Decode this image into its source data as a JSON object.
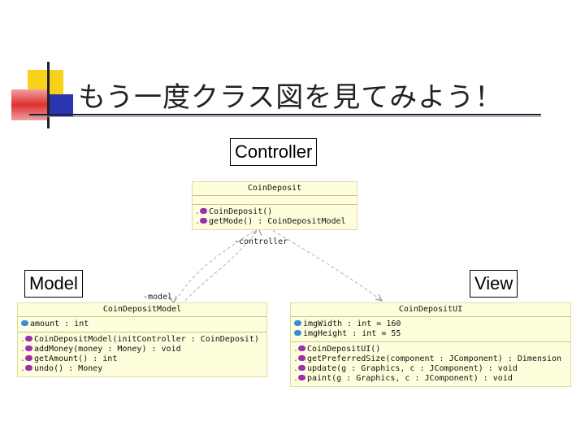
{
  "slide": {
    "title": "もう一度クラス図を見てみよう！"
  },
  "labels": {
    "controller": "Controller",
    "model": "Model",
    "view": "View"
  },
  "classes": {
    "coin_deposit": {
      "name": "CoinDeposit",
      "attributes": [],
      "methods": [
        "CoinDeposit()",
        "getMode() : CoinDepositModel"
      ]
    },
    "coin_deposit_model": {
      "name": "CoinDepositModel",
      "attributes": [
        "amount : int"
      ],
      "methods": [
        "CoinDepositModel(initController : CoinDeposit)",
        "addMoney(money : Money) : void",
        "getAmount() : int",
        "undo() : Money"
      ]
    },
    "coin_deposit_ui": {
      "name": "CoinDepositUI",
      "attributes": [
        "imgWidth : int = 160",
        "imgHeight : int = 55"
      ],
      "methods": [
        "CoinDepositUI()",
        "getPreferredSize(component : JComponent) : Dimension",
        "update(g : Graphics, c : JComponent) : void",
        "paint(g : Graphics, c : JComponent) : void"
      ]
    }
  },
  "roles": {
    "controller": "-controller",
    "model": "-model"
  },
  "colors": {
    "uml_fill": "#fffedc",
    "method_icon": "#9b2fae",
    "attribute_icon": "#3a8cd8",
    "deco_yellow": "#f7d21b",
    "deco_red": "#e03030",
    "deco_blue": "#2a35b0"
  }
}
